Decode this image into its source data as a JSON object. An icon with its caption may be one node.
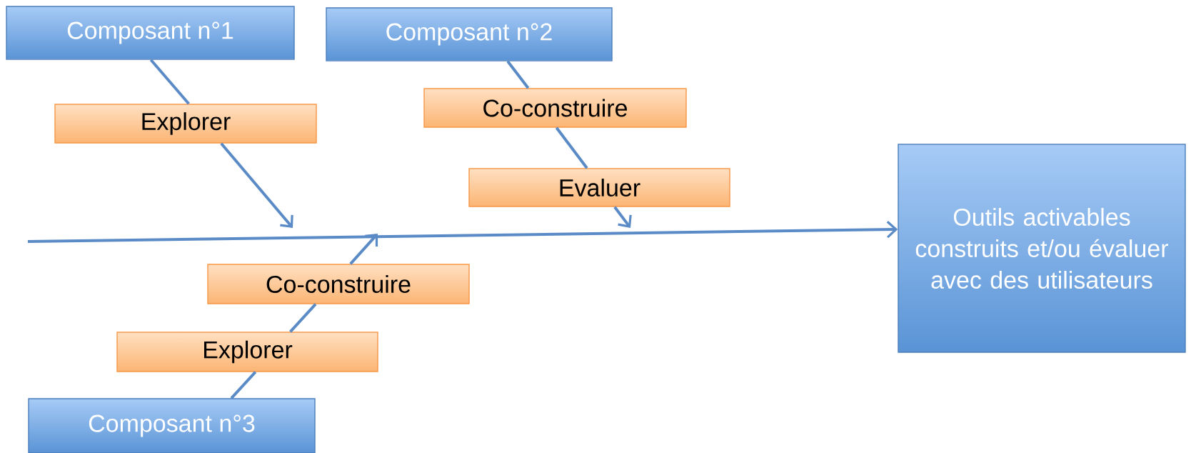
{
  "diagram": {
    "nodes": [
      {
        "text": [
          "Composant n°1"
        ]
      },
      {
        "text": [
          "Composant n°2"
        ]
      },
      {
        "text": [
          "Explorer"
        ]
      },
      {
        "text": [
          "Co-construire"
        ]
      },
      {
        "text": [
          "Evaluer"
        ]
      },
      {
        "text": [
          "Outils activables construits et/ou évaluer avec des utilisateurs"
        ]
      },
      {
        "text": [
          "Co-construire"
        ]
      },
      {
        "text": [
          "Explorer"
        ]
      },
      {
        "text": [
          "Composant n°3"
        ]
      }
    ],
    "edges": [
      {
        "from": 0,
        "to": 2,
        "arrow": "none"
      },
      {
        "from": 2,
        "to": null,
        "arrow": "to"
      },
      {
        "from": 1,
        "to": 3,
        "arrow": "none"
      },
      {
        "from": 3,
        "to": 4,
        "arrow": "none"
      },
      {
        "from": 4,
        "to": null,
        "arrow": "to"
      },
      {
        "from": 8,
        "to": 7,
        "arrow": "none"
      },
      {
        "from": 7,
        "to": 6,
        "arrow": "none"
      },
      {
        "from": 6,
        "to": null,
        "arrow": "to"
      },
      {
        "from": null,
        "to": 5,
        "arrow": "to"
      }
    ]
  }
}
